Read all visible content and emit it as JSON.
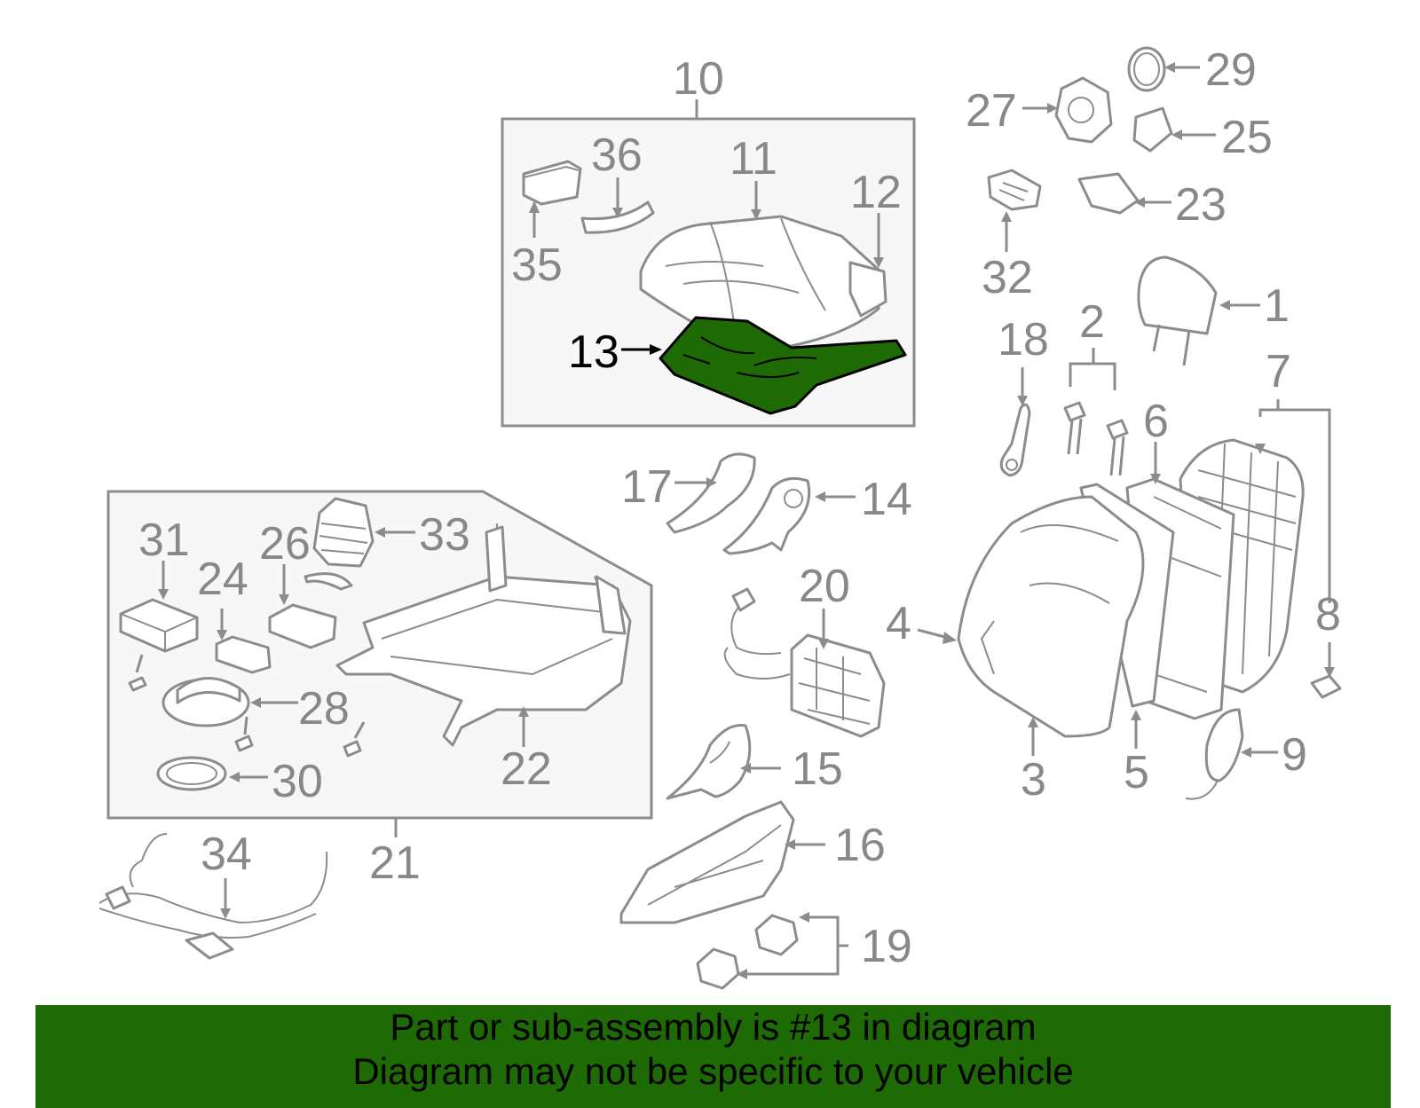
{
  "highlight": {
    "part": "13",
    "color": "#1e6b05"
  },
  "labels": {
    "l1": "1",
    "l2": "2",
    "l3": "3",
    "l4": "4",
    "l5": "5",
    "l6": "6",
    "l7": "7",
    "l8": "8",
    "l9": "9",
    "l10": "10",
    "l11": "11",
    "l12": "12",
    "l13": "13",
    "l14": "14",
    "l15": "15",
    "l16": "16",
    "l17": "17",
    "l18": "18",
    "l19": "19",
    "l20": "20",
    "l21": "21",
    "l22": "22",
    "l23": "23",
    "l24": "24",
    "l25": "25",
    "l26": "26",
    "l27": "27",
    "l28": "28",
    "l29": "29",
    "l30": "30",
    "l31": "31",
    "l32": "32",
    "l33": "33",
    "l34": "34",
    "l35": "35",
    "l36": "36"
  },
  "banner": {
    "line1": "Part or sub-assembly is #13 in diagram",
    "line2": "Diagram may not be specific to your vehicle"
  }
}
